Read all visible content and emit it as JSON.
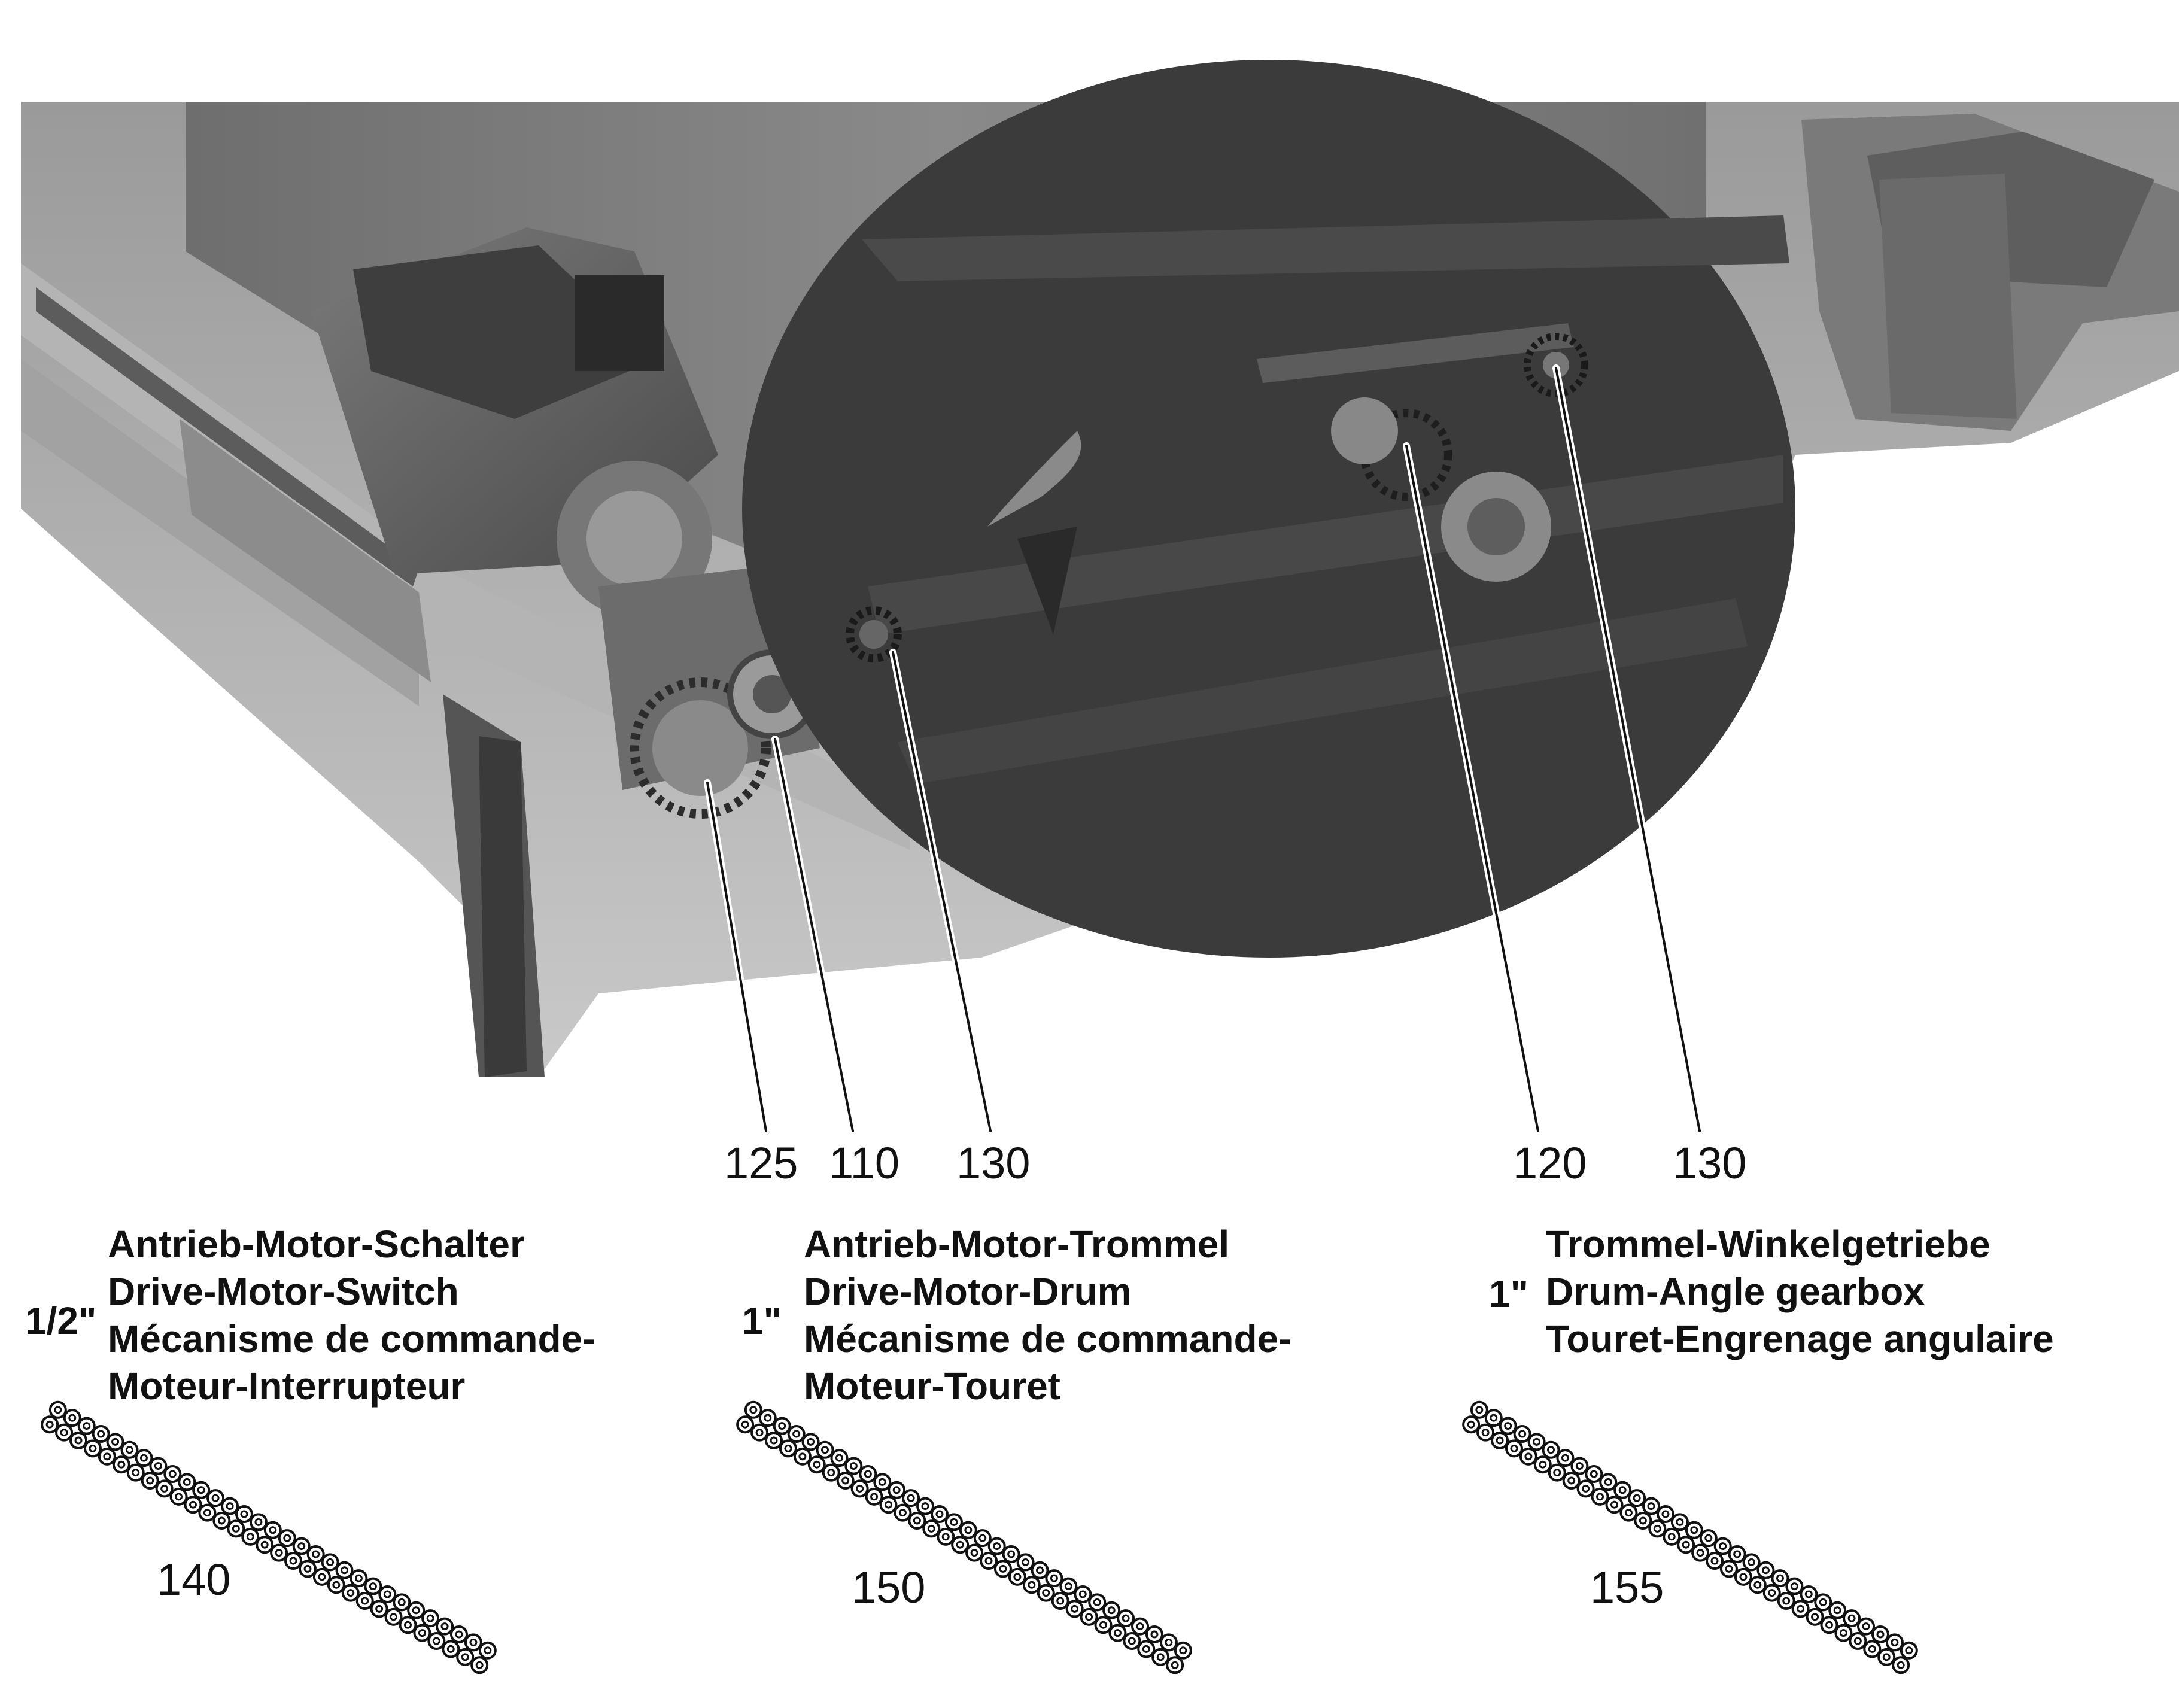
{
  "callouts": {
    "c125": "125",
    "c110": "110",
    "c130a": "130",
    "c120": "120",
    "c130b": "130"
  },
  "chains": [
    {
      "size": "1/2\"",
      "lines": [
        "Antrieb-Motor-Schalter",
        "Drive-Motor-Switch",
        "Mécanisme de commande-",
        "Moteur-Interrupteur"
      ],
      "part": "140"
    },
    {
      "size": "1\"",
      "lines": [
        "Antrieb-Motor-Trommel",
        "Drive-Motor-Drum",
        "Mécanisme de commande-",
        "Moteur-Touret"
      ],
      "part": "150"
    },
    {
      "size": "1\"",
      "lines": [
        "Trommel-Winkelgetriebe",
        "Drum-Angle gearbox",
        "Touret-Engrenage angulaire"
      ],
      "part": "155"
    }
  ]
}
